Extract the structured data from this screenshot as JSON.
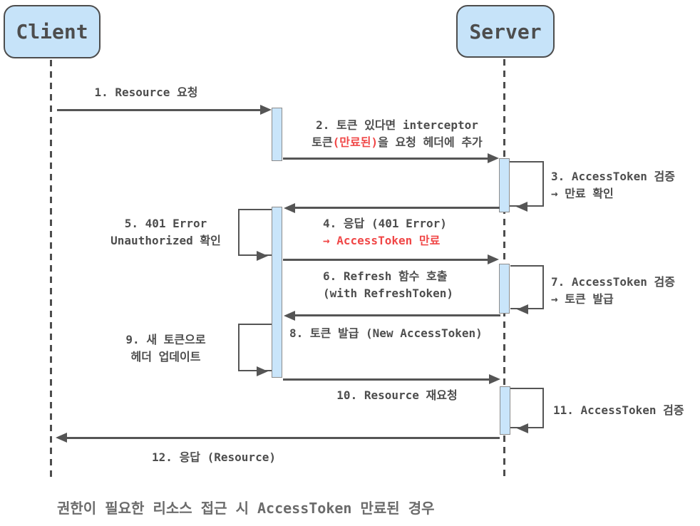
{
  "actors": {
    "client": "Client",
    "server": "Server"
  },
  "colors": {
    "actor_fill": "#c6e3f9",
    "actor_border": "#4d4d4d",
    "activation_fill": "#c9e5fa",
    "activation_border": "#8c8c8c",
    "line": "#555555",
    "text": "#4d4d4d",
    "highlight_red": "#f04747"
  },
  "messages": {
    "m1": {
      "text": "1. Resource 요청"
    },
    "m2": {
      "line1": "2. 토큰 있다면 interceptor",
      "line2_pre": "토큰",
      "line2_red": "(만료된)",
      "line2_post": "을 요청 헤더에 추가"
    },
    "m3": {
      "line1": "3. AccessToken 검증",
      "line2": "→ 만료 확인"
    },
    "m4": {
      "line1": "4. 응답 (401 Error)",
      "line2_red": "→ AccessToken 만료"
    },
    "m5": {
      "line1": "5. 401 Error",
      "line2": "Unauthorized 확인"
    },
    "m6": {
      "line1": "6. Refresh 함수 호출",
      "line2": "(with RefreshToken)"
    },
    "m7": {
      "line1": "7. AccessToken 검증",
      "line2": "→ 토큰 발급"
    },
    "m8": {
      "text": "8. 토큰 발급 (New AccessToken)"
    },
    "m9": {
      "line1": "9. 새 토큰으로",
      "line2": "헤더 업데이트"
    },
    "m10": {
      "text": "10. Resource 재요청"
    },
    "m11": {
      "text": "11. AccessToken 검증"
    },
    "m12": {
      "text": "12. 응답 (Resource)"
    }
  },
  "caption": "권한이 필요한 리소스 접근 시 AccessToken 만료된 경우"
}
